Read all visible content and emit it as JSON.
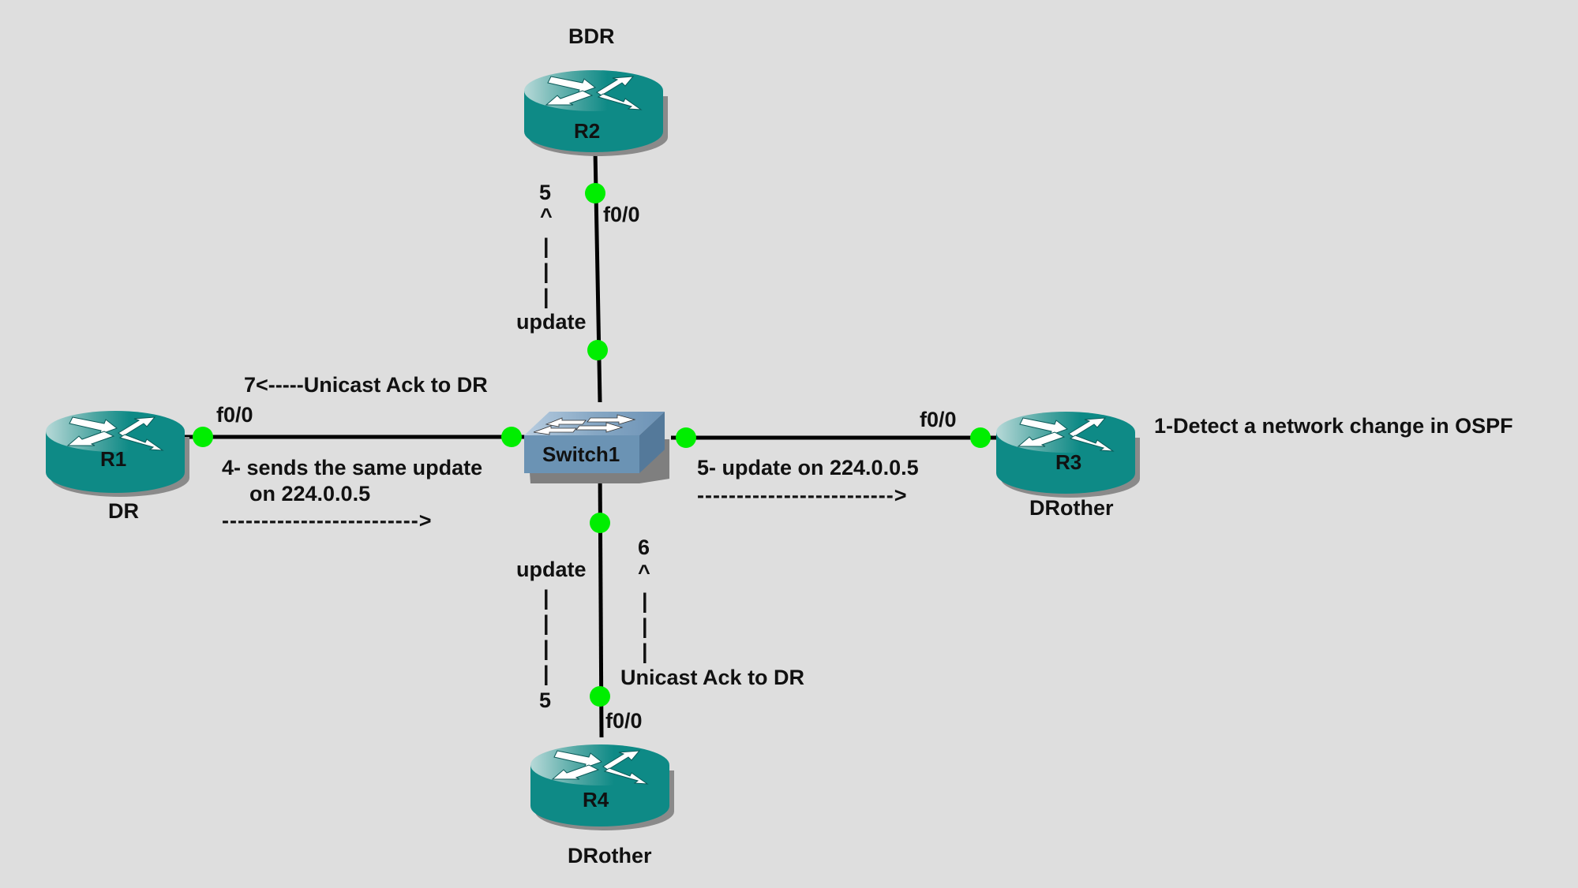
{
  "diagram": {
    "type": "OSPF DR/BDR flooding topology",
    "colors": {
      "background": "#dedede",
      "router": "#0e8a86",
      "router_top": "#5fb0ad",
      "switch": "#6b93b4",
      "link": "#000000",
      "port_up": "#00ee00"
    },
    "devices": [
      {
        "id": "R1",
        "name": "R1",
        "kind": "router",
        "role": "DR",
        "icon": "router-icon"
      },
      {
        "id": "R2",
        "name": "R2",
        "kind": "router",
        "role": "BDR",
        "icon": "router-icon"
      },
      {
        "id": "R3",
        "name": "R3",
        "kind": "router",
        "role": "DRother",
        "icon": "router-icon"
      },
      {
        "id": "R4",
        "name": "R4",
        "kind": "router",
        "role": "DRother",
        "icon": "router-icon"
      },
      {
        "id": "SW1",
        "name": "Switch1",
        "kind": "switch",
        "role": "",
        "icon": "switch-icon"
      }
    ],
    "links": [
      {
        "from": "R1",
        "from_port": "f0/0",
        "to": "SW1"
      },
      {
        "from": "R2",
        "from_port": "f0/0",
        "to": "SW1"
      },
      {
        "from": "R3",
        "from_port": "f0/0",
        "to": "SW1"
      },
      {
        "from": "R4",
        "from_port": "f0/0",
        "to": "SW1"
      }
    ],
    "port_labels": {
      "r1": "f0/0",
      "r2": "f0/0",
      "r3": "f0/0",
      "r4": "f0/0"
    },
    "annotations": {
      "step1": "1-Detect a network change in OSPF",
      "step4_line1": "4- sends the same update",
      "step4_line2": "on 224.0.0.5",
      "step4_arrow": "------------------------->",
      "step5_right": "5- update on 224.0.0.5",
      "step5_right_arrow": "------------------------->",
      "step7": "7<-----Unicast Ack to DR",
      "top_num": "5",
      "top_caret": "^",
      "top_dash1": "|",
      "top_dash2": "|",
      "top_dash3": "|",
      "top_update": "update",
      "bottom_update": "update",
      "bottom_dash1": "|",
      "bottom_dash2": "|",
      "bottom_dash3": "|",
      "bottom_dash4": "|",
      "bottom_num": "5",
      "ack_num": "6",
      "ack_caret": "^",
      "ack_dash1": "|",
      "ack_dash2": "|",
      "ack_dash3": "|",
      "ack_text": "Unicast Ack to DR"
    }
  }
}
